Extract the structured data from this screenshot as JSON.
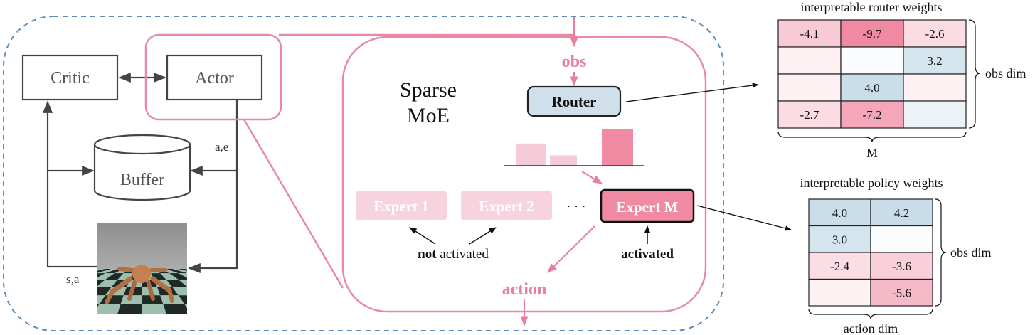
{
  "rl_loop": {
    "critic_label": "Critic",
    "actor_label": "Actor",
    "buffer_label": "Buffer",
    "ae_label": "a,e",
    "sa_label": "s,a"
  },
  "moe": {
    "title_line1": "Sparse",
    "title_line2": "MoE",
    "obs_label": "obs",
    "router_label": "Router",
    "action_label": "action",
    "ellipsis": "· · ·",
    "experts": [
      {
        "label": "Expert 1",
        "active": false
      },
      {
        "label": "Expert 2",
        "active": false
      },
      {
        "label": "Expert M",
        "active": true
      }
    ],
    "gate_bars": [
      0.6,
      0.28,
      1.0
    ],
    "not_activated_bold": "not",
    "not_activated_rest": " activated",
    "activated_label": "activated"
  },
  "router_weights": {
    "title": "interpretable router weights",
    "row_brace_label": "obs dim",
    "col_brace_label": "M",
    "cells": [
      [
        -4.1,
        -9.7,
        -2.6
      ],
      [
        null,
        null,
        3.2
      ],
      [
        null,
        4.0,
        null
      ],
      [
        -2.7,
        -7.2,
        null
      ]
    ],
    "shades": [
      [
        -0.45,
        -1.0,
        -0.3
      ],
      [
        -0.12,
        0.05,
        0.4
      ],
      [
        -0.12,
        0.5,
        -0.12
      ],
      [
        -0.3,
        -0.75,
        0.18
      ]
    ]
  },
  "policy_weights": {
    "title": "interpretable policy weights",
    "row_brace_label": "obs dim",
    "col_brace_label": "action dim",
    "cells": [
      [
        4.0,
        4.2
      ],
      [
        3.0,
        null
      ],
      [
        -2.4,
        -3.6
      ],
      [
        null,
        -5.6
      ]
    ],
    "shades": [
      [
        0.5,
        0.52
      ],
      [
        0.4,
        0.05
      ],
      [
        -0.28,
        -0.4
      ],
      [
        -0.12,
        -0.6
      ]
    ]
  },
  "colors": {
    "pink": "#e8809c",
    "pink_text": "#e8809c",
    "pink_frame": "#e88aa6",
    "dashed_blue": "#5b8db8",
    "router_fill": "#cfe0ea",
    "expert_active": "#f08aa3",
    "expert_inactive": "#f7d3de",
    "dark": "#444444",
    "neg_full": "#f08aa3",
    "pos_full": "#bdd6e4"
  }
}
